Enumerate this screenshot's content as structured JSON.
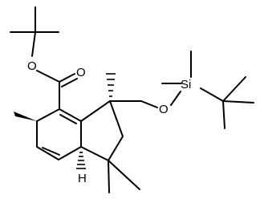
{
  "molecule": {
    "labels": {
      "ester_o": "O",
      "carbonyl_o": "O",
      "ether_o": "O",
      "silicon": "Si",
      "hydrogen": "H"
    },
    "colors": {
      "bond": "#000000",
      "background": "#ffffff"
    }
  }
}
